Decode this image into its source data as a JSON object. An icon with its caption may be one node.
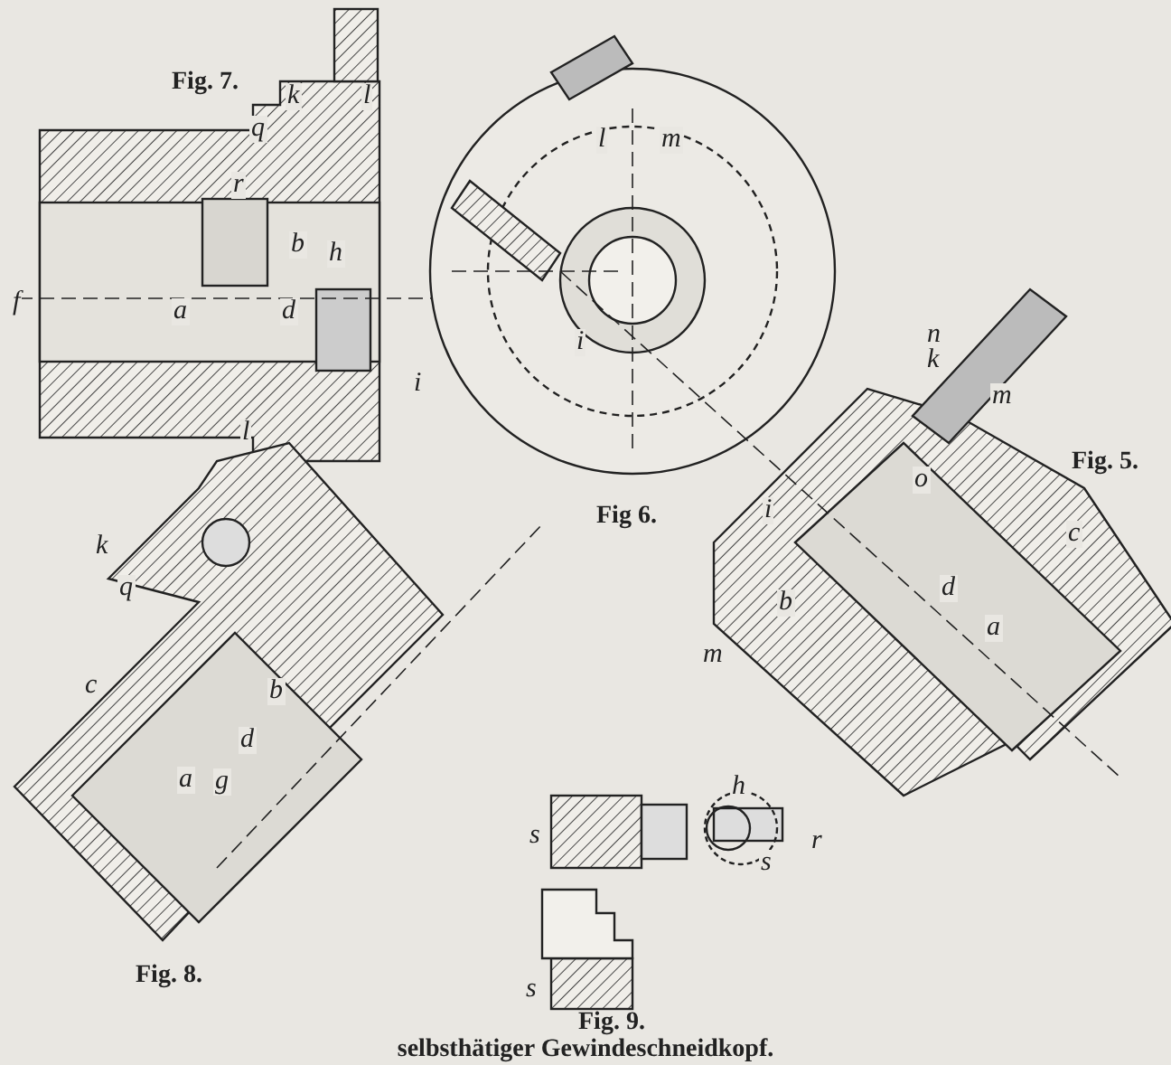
{
  "diagram": {
    "caption": "selbsthätiger Gewindeschneidkopf.",
    "labels": [
      "Fig. 7.",
      "k",
      "l",
      "q",
      "r",
      "b",
      "h",
      "f",
      "a",
      "d",
      "i",
      "l",
      "m",
      "i",
      "Fig 6.",
      "n",
      "k",
      "m",
      "Fig. 5.",
      "o",
      "i",
      "c",
      "b",
      "d",
      "a",
      "m",
      "l",
      "k",
      "q",
      "c",
      "b",
      "d",
      "a",
      "g",
      "Fig. 8.",
      "s",
      "h",
      "s",
      "r",
      "s",
      "Fig. 9."
    ]
  }
}
